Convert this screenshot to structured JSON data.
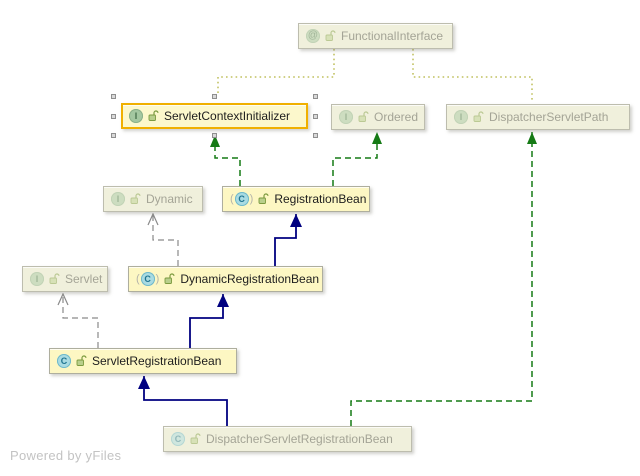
{
  "diagram": {
    "tool": "UML class diagram (yFiles-powered)",
    "background": "#ffffff",
    "watermark": "Powered by yFiles"
  },
  "colors": {
    "node_fill": "#fdf7c3",
    "node_fill_faded": "#f0f0dc",
    "node_border": "#aeae9e",
    "selection_border": "#f0b000",
    "text": "#1d1d1d",
    "text_faded": "#a4a496",
    "edge_extends": "#000080",
    "edge_implements": "#157a15",
    "edge_implements_faded": "#8a8a8a",
    "edge_annotation": "#b3b33e",
    "interface_icon": "#a3c7a0",
    "class_icon": "#a9dbe2"
  },
  "nodes": [
    {
      "id": "FunctionalInterface",
      "label": "FunctionalInterface",
      "kind": "annotation",
      "icon_letter": "@",
      "state": "faded"
    },
    {
      "id": "ServletContextInitializer",
      "label": "ServletContextInitializer",
      "kind": "interface",
      "icon_letter": "I",
      "state": "selected"
    },
    {
      "id": "Ordered",
      "label": "Ordered",
      "kind": "interface",
      "icon_letter": "I",
      "state": "faded"
    },
    {
      "id": "DispatcherServletPath",
      "label": "DispatcherServletPath",
      "kind": "interface",
      "icon_letter": "I",
      "state": "faded"
    },
    {
      "id": "Dynamic",
      "label": "Dynamic",
      "kind": "interface",
      "icon_letter": "I",
      "state": "faded",
      "static_member": true
    },
    {
      "id": "RegistrationBean",
      "label": "RegistrationBean",
      "kind": "abstract-class",
      "icon_letter": "C",
      "state": "normal"
    },
    {
      "id": "Servlet",
      "label": "Servlet",
      "kind": "interface",
      "icon_letter": "I",
      "state": "faded"
    },
    {
      "id": "DynamicRegistrationBean",
      "label": "DynamicRegistrationBean",
      "kind": "abstract-class",
      "icon_letter": "C",
      "state": "normal"
    },
    {
      "id": "ServletRegistrationBean",
      "label": "ServletRegistrationBean",
      "kind": "class",
      "icon_letter": "C",
      "state": "normal"
    },
    {
      "id": "DispatcherServletRegistrationBean",
      "label": "DispatcherServletRegistrationBean",
      "kind": "class",
      "icon_letter": "C",
      "state": "faded"
    }
  ],
  "edges": [
    {
      "source": "ServletContextInitializer",
      "target": "FunctionalInterface",
      "type": "annotation"
    },
    {
      "source": "DispatcherServletPath",
      "target": "FunctionalInterface",
      "type": "annotation"
    },
    {
      "source": "RegistrationBean",
      "target": "ServletContextInitializer",
      "type": "implements"
    },
    {
      "source": "RegistrationBean",
      "target": "Ordered",
      "type": "implements"
    },
    {
      "source": "DispatcherServletRegistrationBean",
      "target": "DispatcherServletPath",
      "type": "implements"
    },
    {
      "source": "DynamicRegistrationBean",
      "target": "RegistrationBean",
      "type": "extends"
    },
    {
      "source": "DynamicRegistrationBean",
      "target": "Dynamic",
      "type": "implements-faded"
    },
    {
      "source": "ServletRegistrationBean",
      "target": "DynamicRegistrationBean",
      "type": "extends"
    },
    {
      "source": "ServletRegistrationBean",
      "target": "Servlet",
      "type": "implements-faded"
    },
    {
      "source": "DispatcherServletRegistrationBean",
      "target": "ServletRegistrationBean",
      "type": "extends"
    }
  ]
}
